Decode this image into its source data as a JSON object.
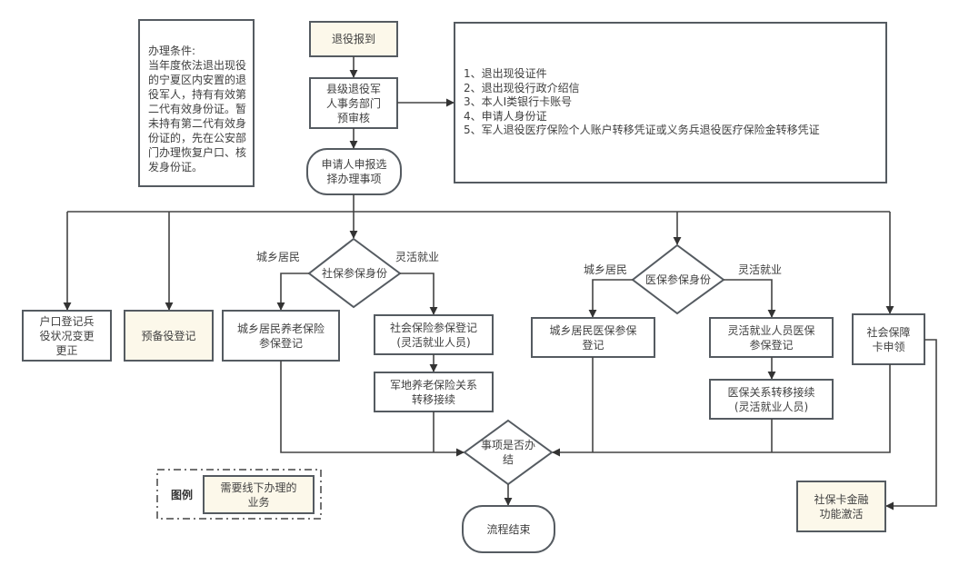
{
  "conditions": {
    "title": "办理条件:",
    "text": "当年度依法退出现役的宁夏区内安置的退役军人，持有有效第二代有效身份证。暂未持有第二代有效身份证的，先在公安部门办理恢复户口、核发身份证。"
  },
  "nodes": {
    "report": "退役报到",
    "precheck": [
      "县级退役军",
      "人事务部门",
      "预审核"
    ],
    "apply": [
      "申请人申报选",
      "择办理事项"
    ],
    "hukou": [
      "户口登记兵",
      "役状况变更",
      "更正"
    ],
    "reserve": [
      "预备役登记"
    ],
    "social_decision": "社保参保身份",
    "urban_pension": [
      "城乡居民养老保险",
      "参保登记"
    ],
    "flex_social": [
      "社会保险参保登记",
      "(灵活就业人员)"
    ],
    "military_transfer": [
      "军地养老保险关系",
      "转移接续"
    ],
    "medical_decision": "医保参保身份",
    "urban_medical": [
      "城乡居民医保参保",
      "登记"
    ],
    "flex_medical": [
      "灵活就业人员医保",
      "参保登记"
    ],
    "medical_transfer": [
      "医保关系转移接续",
      "(灵活就业人员)"
    ],
    "card_apply": [
      "社会保障",
      "卡申领"
    ],
    "done_decision": [
      "事项是否办",
      "结"
    ],
    "end": "流程结束",
    "card_activate": [
      "社保卡金融",
      "功能激活"
    ]
  },
  "materials": [
    "1、退出现役证件",
    "2、退出现役行政介绍信",
    "3、本人Ⅰ类银行卡账号",
    "4、申请人身份证",
    "5、军人退役医疗保险个人账户转移凭证或义务兵退役医疗保险金转移凭证"
  ],
  "edge_labels": {
    "social_left": "城乡居民",
    "social_right": "灵活就业",
    "medical_left": "城乡居民",
    "medical_right": "灵活就业"
  },
  "legend": {
    "title": "图例",
    "item": [
      "需要线下办理的",
      "业务"
    ]
  },
  "colors": {
    "offline_fill": "#fcf8ea",
    "stroke": "#555b61"
  }
}
